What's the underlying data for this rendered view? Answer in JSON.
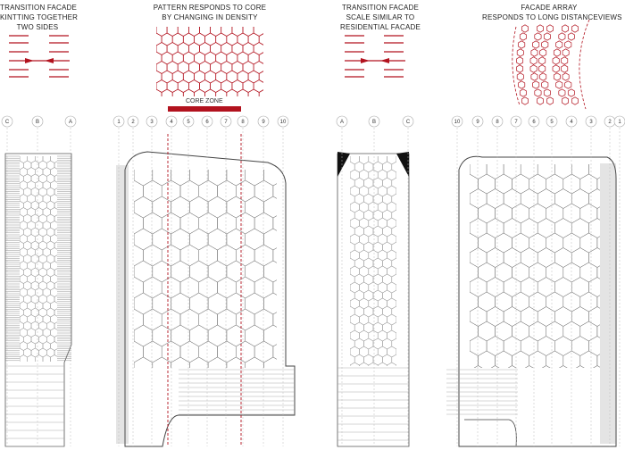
{
  "captions": {
    "c1": [
      "TRANSITION FACADE",
      "KINTTING TOGETHER",
      "TWO SIDES"
    ],
    "c2": [
      "PATTERN RESPONDS TO CORE",
      "BY CHANGING IN DENSITY"
    ],
    "c3": [
      "TRANSITION FACADE",
      "SCALE SIMILAR TO",
      "RESIDENTIAL FACADE"
    ],
    "c4": [
      "FACADE ARRAY",
      "RESPONDS TO LONG DISTANCEVIEWS"
    ]
  },
  "core_zone_label": "CORE ZONE",
  "grids": {
    "elev1": [
      "C",
      "B",
      "A"
    ],
    "elev2": [
      "1",
      "2",
      "3",
      "4",
      "5",
      "6",
      "7",
      "8",
      "9",
      "10"
    ],
    "elev3": [
      "A",
      "B",
      "C"
    ],
    "elev4": [
      "10",
      "9",
      "8",
      "7",
      "6",
      "5",
      "4",
      "3",
      "2",
      "1"
    ]
  },
  "colors": {
    "accent": "#b2121e",
    "line": "#555555",
    "ink": "#222222"
  }
}
